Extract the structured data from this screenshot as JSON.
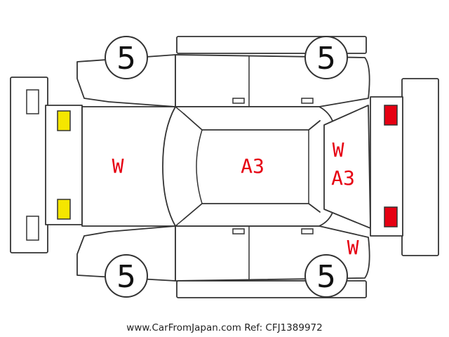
{
  "wheels": {
    "front_left": "5",
    "front_right": "5",
    "rear_left": "5",
    "rear_right": "5"
  },
  "marks": {
    "hood": "W",
    "roof": "A3",
    "rear_glass_1": "W",
    "rear_glass_2": "A3",
    "rear_side": "W"
  },
  "colors": {
    "mark": "#e60012",
    "headlight": "#f5e600",
    "taillight": "#e60012"
  },
  "footer": "www.CarFromJapan.com Ref: CFJ1389972"
}
